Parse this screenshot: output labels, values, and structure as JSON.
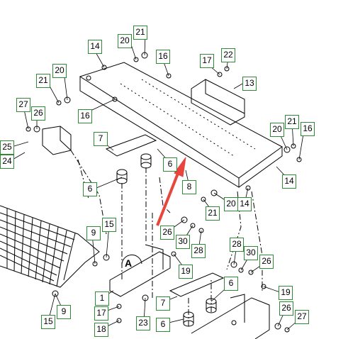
{
  "diagram": {
    "view_letter": "A",
    "arrow_color": "#e8453c",
    "callout_border_color": "#2e8a35",
    "callouts": [
      "14",
      "20",
      "21",
      "16",
      "17",
      "22",
      "21",
      "20",
      "13",
      "27",
      "26",
      "16",
      "25",
      "24",
      "7",
      "6",
      "6",
      "8",
      "20",
      "21",
      "16",
      "14",
      "21",
      "20",
      "14",
      "9",
      "15",
      "26",
      "30",
      "28",
      "19",
      "28",
      "30",
      "26",
      "1",
      "7",
      "6",
      "19",
      "9",
      "15",
      "17",
      "18",
      "23",
      "6",
      "26",
      "27"
    ]
  }
}
